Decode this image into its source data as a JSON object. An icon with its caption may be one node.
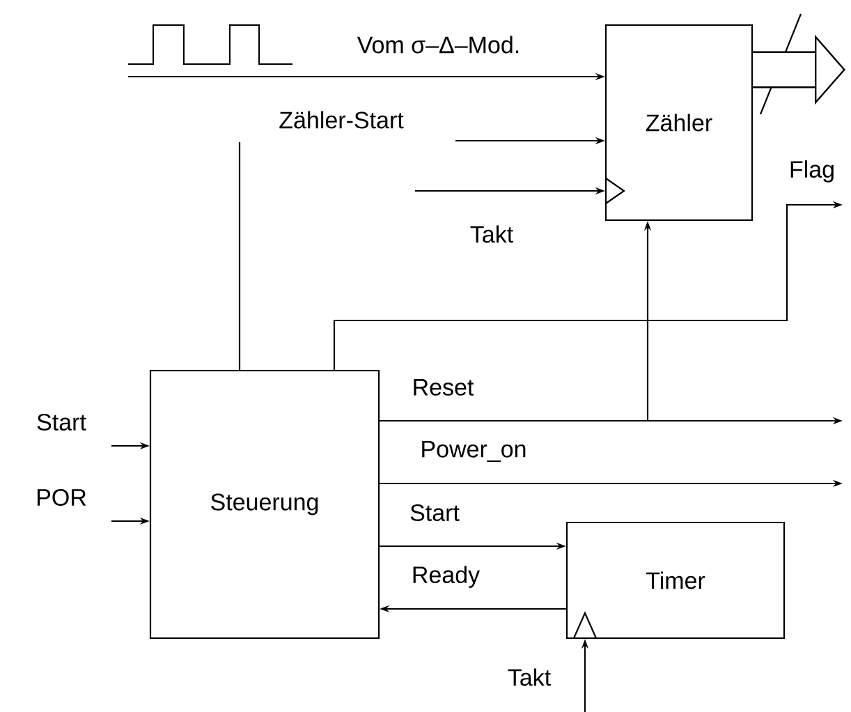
{
  "diagram": {
    "nodes": [
      {
        "text": [
          "Zähler"
        ]
      },
      {
        "text": [
          "Steuerung"
        ]
      },
      {
        "text": [
          "Timer"
        ]
      }
    ],
    "edges": [
      {
        "from": null,
        "to": 0,
        "arrow": "to",
        "label": "Vom σ–Δ–Mod."
      },
      {
        "from": null,
        "to": 0,
        "arrow": "to",
        "label": "Zähler-Start"
      },
      {
        "from": null,
        "to": 0,
        "arrow": "to",
        "label": "Takt"
      },
      {
        "from": 0,
        "to": null,
        "arrow": "to",
        "style": "thick"
      },
      {
        "from": 1,
        "to": null,
        "arrow": "none"
      },
      {
        "from": 1,
        "to": null,
        "arrow": "to",
        "label": "Flag"
      },
      {
        "from": 1,
        "to": null,
        "arrow": "to",
        "label": "Reset"
      },
      {
        "from": 1,
        "to": 0,
        "arrow": "to"
      },
      {
        "from": 1,
        "to": null,
        "arrow": "to",
        "label": "Power_on"
      },
      {
        "from": 1,
        "to": 2,
        "arrow": "to",
        "label": "Start"
      },
      {
        "from": 2,
        "to": 1,
        "arrow": "to",
        "label": "Ready"
      },
      {
        "from": null,
        "to": 2,
        "arrow": "to",
        "label": "Takt"
      },
      {
        "from": null,
        "to": 1,
        "arrow": "to",
        "label": "Start"
      },
      {
        "from": null,
        "to": 1,
        "arrow": "to",
        "label": "POR"
      }
    ]
  }
}
